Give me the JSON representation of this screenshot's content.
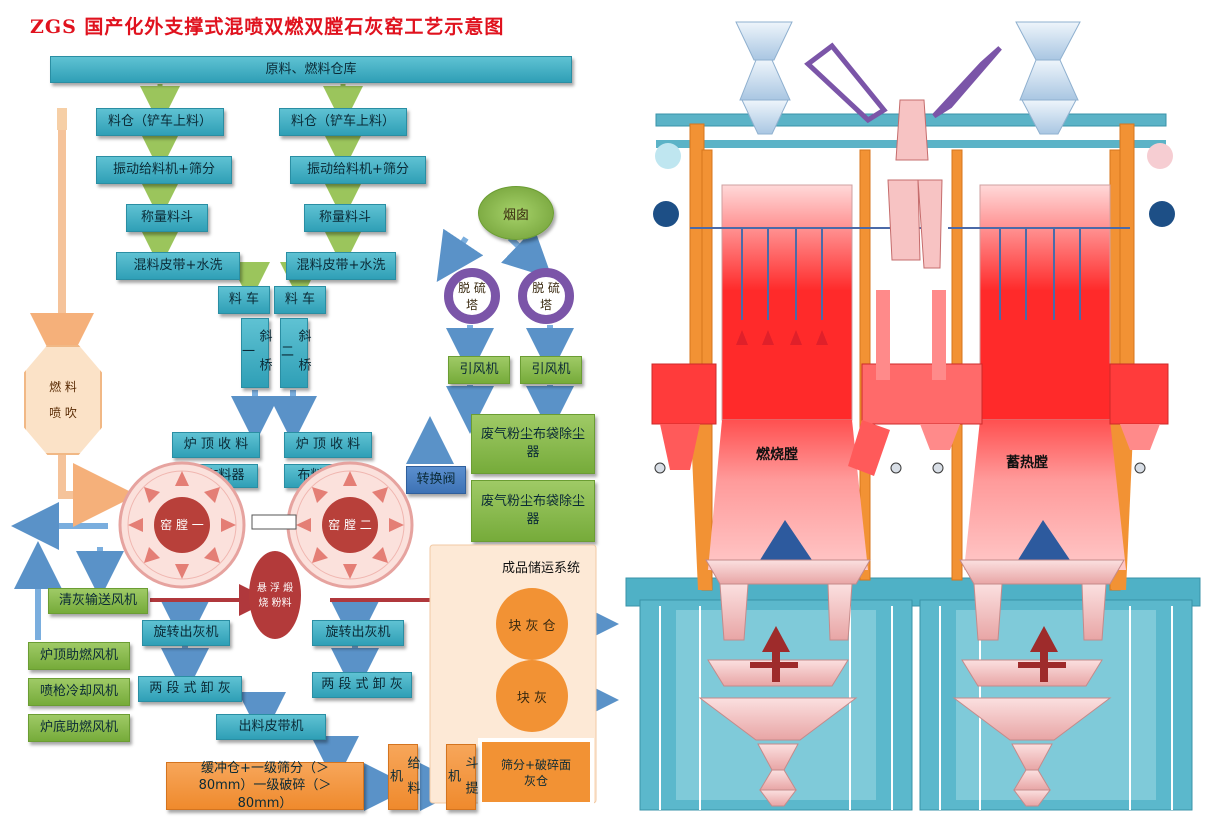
{
  "title": "ZGS 国产化外支撑式混喷双燃双膛石灰窑工艺示意图",
  "boxes": {
    "storage": "原料、燃料仓库",
    "bin_1": "料仓（铲车上料）",
    "bin_2": "料仓（铲车上料）",
    "feeder_1": "振动给料机+筛分",
    "feeder_2": "振动给料机+筛分",
    "hopper_1": "称量料斗",
    "hopper_2": "称量料斗",
    "belt_1": "混料皮带+水洗",
    "belt_2": "混料皮带+水洗",
    "car_1": "料 车",
    "car_2": "料 车",
    "incline_1": "斜 桥 一",
    "incline_2": "斜 桥 二",
    "top_collect_1": "炉 顶 收 料",
    "top_collect_2": "炉 顶 收 料",
    "distributor_1": "布料器",
    "distributor_2": "布料器",
    "chimney": "烟囱",
    "desulf_1": "脱 硫 塔",
    "desulf_2": "脱 硫 塔",
    "fan_1": "引风机",
    "fan_2": "引风机",
    "baghouse_1": "废气粉尘布袋除尘器",
    "baghouse_2": "废气粉尘布袋除尘器",
    "switch_valve": "转换阀",
    "fuel_blow": "燃 料 喷 吹",
    "kiln_1": "窑 膛 一",
    "kiln_2": "窑 膛 二",
    "suspension": "悬 浮 煅 烧 粉料",
    "ash_blower": "清灰输送风机",
    "top_fan": "炉顶助燃风机",
    "gun_fan": "喷枪冷却风机",
    "bottom_fan": "炉底助燃风机",
    "rot_ash_1": "旋转出灰机",
    "rot_ash_2": "旋转出灰机",
    "two_stage_1": "两 段 式 卸 灰",
    "two_stage_2": "两 段 式 卸 灰",
    "out_belt": "出料皮带机",
    "buffer": "缓冲仓+一级筛分（＞80mm）一级破碎（＞80mm）",
    "feeder_v": "给 料 机",
    "bucket": "斗 提 机",
    "product_system": "成品储运系统",
    "lump_bin_1": "块 灰 仓",
    "lump_bin_2": "块 灰",
    "screen": "筛分+破碎面灰仓"
  },
  "chambers": {
    "left": "燃烧膛",
    "right": "蓄热膛"
  },
  "colors": {
    "blue": "#3aa9bf",
    "green": "#83b548",
    "orange": "#f29234",
    "chamber": "#ff3b3b",
    "steel": "#5bb3c7"
  }
}
